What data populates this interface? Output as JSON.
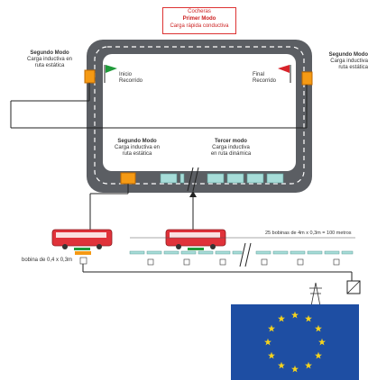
{
  "cocheras": {
    "title": "Cocheras",
    "mode": "Primer Modo",
    "desc": "Carga rápida conductiva"
  },
  "labels": {
    "left_mode": "Segundo Modo",
    "left_desc1": "Carga inductiva en",
    "left_desc2": "ruta estática",
    "right_mode": "Segundo Modo",
    "right_desc1": "Carga inductiva",
    "right_desc2": "ruta estática",
    "inicio1": "Inicio",
    "inicio2": "Recorrido",
    "final1": "Final",
    "final2": "Recorrido",
    "mid_mode": "Segundo Modo",
    "mid_desc1": "Carga inductiva en",
    "mid_desc2": "ruta estática",
    "third_mode": "Tercer modo",
    "third_desc1": "Carga inductiva",
    "third_desc2": "en ruta dinámica",
    "coils": "25 bobinas de 4m x 0,3m = 100 metros",
    "bobina": "bobina de 0,4 x 0,3m"
  },
  "colors": {
    "road": "#5b5e63",
    "lane": "#ffffff",
    "station": "#f59a14",
    "coil": "#a7ddd9",
    "eu_blue": "#1e4ea3",
    "eu_star": "#f4d21e",
    "flag_green": "#1f9a3a",
    "flag_red": "#d8232a"
  }
}
